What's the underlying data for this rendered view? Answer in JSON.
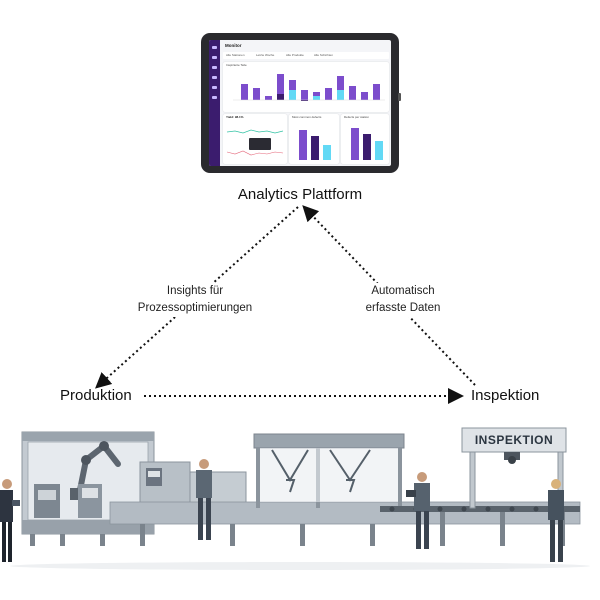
{
  "nodes": {
    "top": "Analytics Plattform",
    "left": "Produktion",
    "right": "Inspektion"
  },
  "edges": {
    "left_edge_lines": [
      "Insights für",
      "Prozessoptimierungen"
    ],
    "right_edge_lines": [
      "Automatisch",
      "erfasste Daten"
    ]
  },
  "tablet_app": {
    "title": "Monitor",
    "tabs": [
      "Alle Stationen",
      "Letzte Woche",
      "Alle Produkte",
      "Alle Schichten"
    ],
    "panel_titles": [
      "Inspizierte Teile",
      "Yield",
      "Most common defects",
      "Defects per station"
    ],
    "yield_value": "Yield: 98.1%"
  },
  "scene": {
    "inspection_sign": "INSPEKTION"
  },
  "colors": {
    "purple": "#7c4dcc",
    "dark_purple": "#3b1c6e",
    "cyan": "#62d9f5",
    "machine_gray": "#a9b2bb",
    "machine_dark": "#6b7480"
  }
}
